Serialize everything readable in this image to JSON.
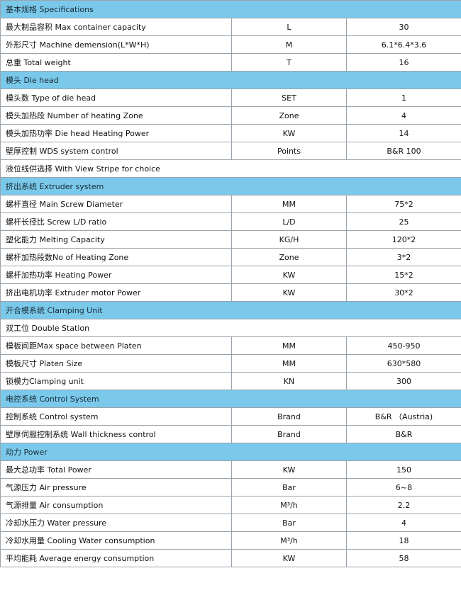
{
  "sections": [
    {
      "title": "基本规格 Specifications",
      "rows": [
        {
          "name": "最大制品容积 Max container capacity",
          "unit": "L",
          "value": "30"
        },
        {
          "name": "外形尺寸 Machine demension(L*W*H)",
          "unit": "M",
          "value": "6.1*6.4*3.6"
        },
        {
          "name": "总重 Total weight",
          "unit": "T",
          "value": "16"
        }
      ]
    },
    {
      "title": "模头 Die head",
      "rows": [
        {
          "name": "模头数 Type of die head",
          "unit": "SET",
          "value": "1"
        },
        {
          "name": "模头加热段 Number of heating Zone",
          "unit": "Zone",
          "value": "4"
        },
        {
          "name": "模头加热功率 Die head Heating Power",
          "unit": "KW",
          "value": "14"
        },
        {
          "name": "壁厚控制 WDS system control",
          "unit": "Points",
          "value": "B&R 100"
        },
        {
          "name": "液位线供选择 With View Stripe for choice",
          "full": true
        }
      ]
    },
    {
      "title": "挤出系统 Extruder system",
      "rows": [
        {
          "name": "螺杆直径 Main Screw Diameter",
          "unit": "MM",
          "value": "75*2"
        },
        {
          "name": "螺杆长径比 Screw L/D ratio",
          "unit": "L/D",
          "value": "25"
        },
        {
          "name": "塑化能力 Melting Capacity",
          "unit": "KG/H",
          "value": "120*2"
        },
        {
          "name": "螺杆加热段数No of Heating Zone",
          "unit": "Zone",
          "value": "3*2"
        },
        {
          "name": "螺杆加热功率 Heating Power",
          "unit": "KW",
          "value": "15*2"
        },
        {
          "name": "挤出电机功率 Extruder motor Power",
          "unit": "KW",
          "value": "30*2"
        }
      ]
    },
    {
      "title": "开合模系统 Clamping Unit",
      "rows": [
        {
          "name": "双工位 Double  Station",
          "full": true
        },
        {
          "name": "模板间距Max space between Platen",
          "unit": "MM",
          "value": "450-950"
        },
        {
          "name": "模板尺寸 Platen Size",
          "unit": "MM",
          "value": "630*580"
        },
        {
          "name": "锁模力Clamping unit",
          "unit": "KN",
          "value": "300"
        }
      ]
    },
    {
      "title": "电控系统 Control System",
      "rows": [
        {
          "name": "控制系统 Control system",
          "unit": "Brand",
          "value": "B&R （Austria)"
        },
        {
          "name": "壁厚伺服控制系统 Wall thickness control",
          "unit": "Brand",
          "value": "B&R"
        }
      ]
    },
    {
      "title": "动力 Power",
      "rows": [
        {
          "name": "最大总功率 Total Power",
          "unit": "KW",
          "value": "150"
        },
        {
          "name": "气源压力 Air pressure",
          "unit": "Bar",
          "value": "6~8"
        },
        {
          "name": "气源排量 Air consumption",
          "unit": "M³/h",
          "value": "2.2"
        },
        {
          "name": "冷却水压力 Water pressure",
          "unit": "Bar",
          "value": "4"
        },
        {
          "name": "冷却水用量 Cooling Water consumption",
          "unit": "M³/h",
          "value": "18"
        },
        {
          "name": "平均能耗 Average energy consumption",
          "unit": "KW",
          "value": "58"
        }
      ]
    }
  ]
}
